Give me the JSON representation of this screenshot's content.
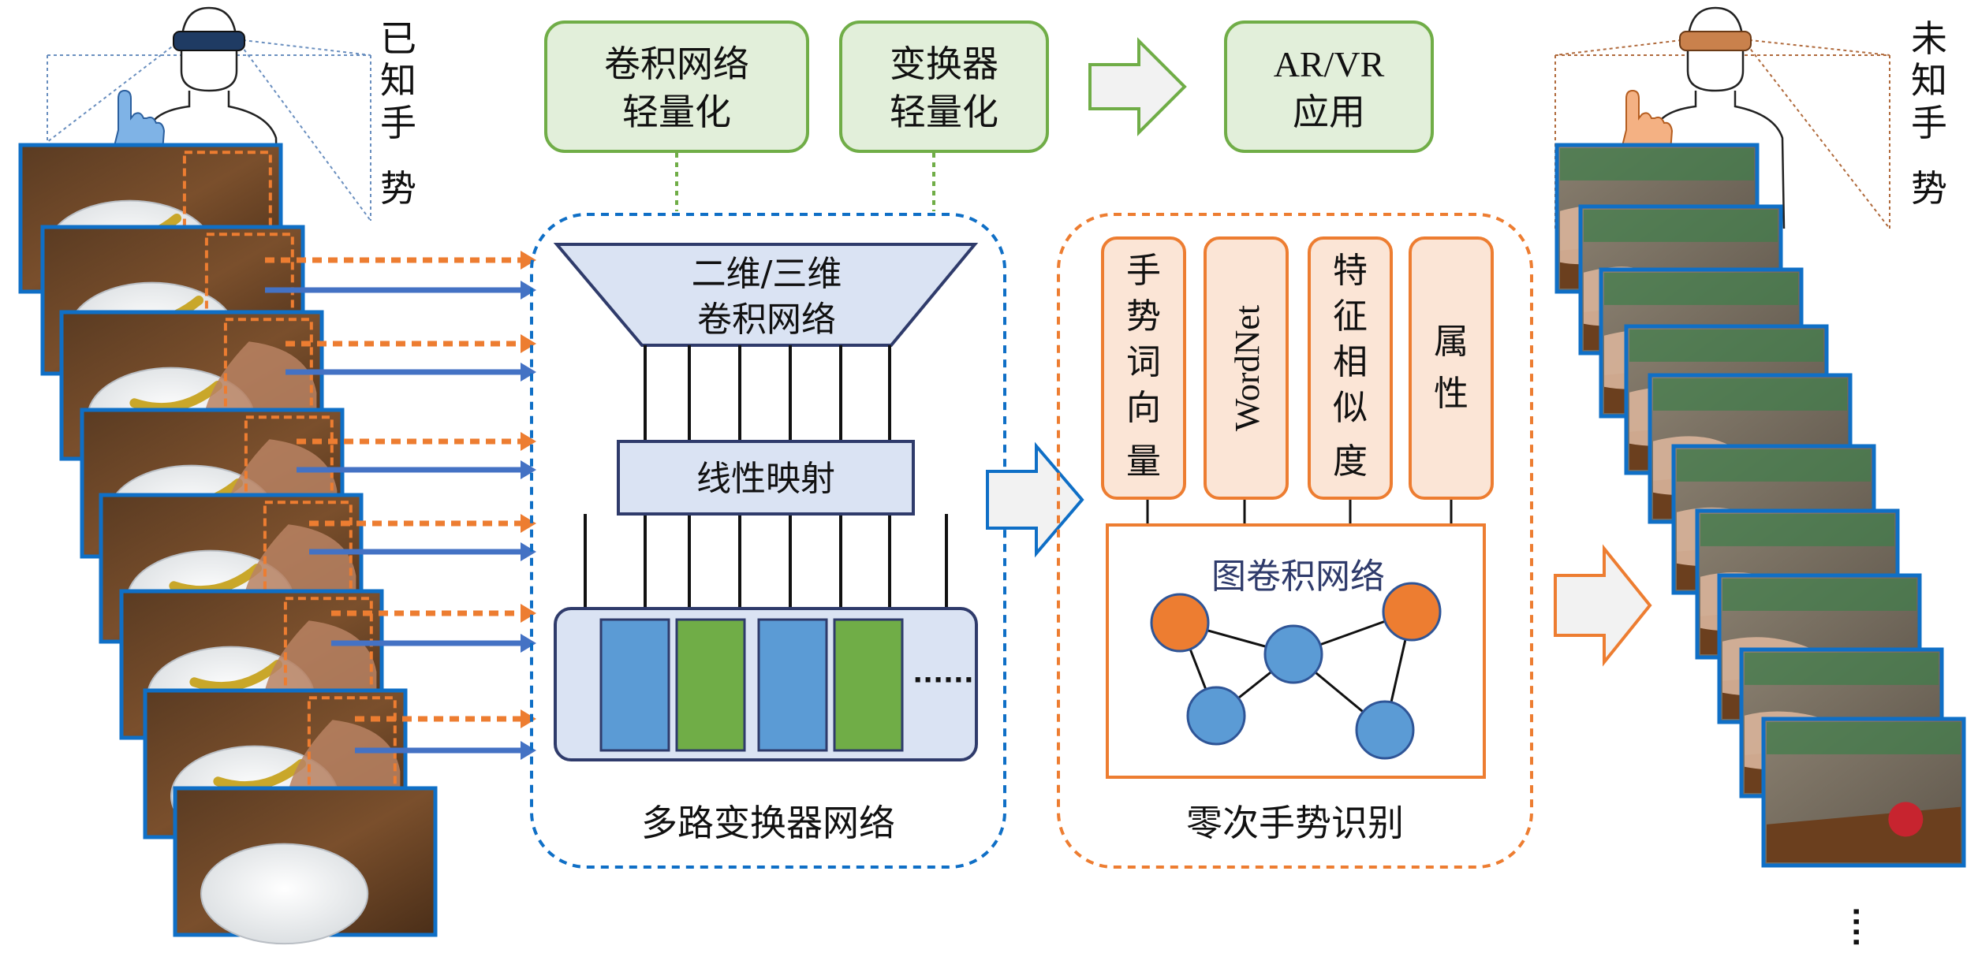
{
  "left_panel": {
    "label_chars": [
      "已",
      "知",
      "手",
      "势"
    ]
  },
  "right_panel": {
    "label_chars": [
      "未",
      "知",
      "手",
      "势"
    ],
    "more_dots": "······"
  },
  "top_boxes": {
    "cnn_light": [
      "卷积网络",
      "轻量化"
    ],
    "transformer_light": [
      "变换器",
      "轻量化"
    ],
    "application": [
      "AR/VR",
      "应用"
    ]
  },
  "multi_transformer": {
    "trapezoid": [
      "二维/三维",
      "卷积网络"
    ],
    "linear_mapping": "线性映射",
    "tokens_ellipsis": "······",
    "caption": "多路变换器网络"
  },
  "zero_shot": {
    "features": [
      {
        "chars": [
          "手",
          "势",
          "词",
          "向",
          "量"
        ]
      },
      {
        "text": "WordNet"
      },
      {
        "chars": [
          "特",
          "征",
          "相",
          "似",
          "度"
        ]
      },
      {
        "chars": [
          "属",
          "性"
        ]
      }
    ],
    "gcn_label": "图卷积网络",
    "caption": "零次手势识别"
  },
  "colors": {
    "orange": "#ED7D31",
    "blue": "#4472C4",
    "frame_blue": "#0F6FC6",
    "green_box_fill": "#E2EFDA",
    "green_box_border": "#70AD47",
    "lightblue_fill": "#DAE3F3",
    "dark_navy": "#2F3B6B",
    "feature_fill": "#FBE5D6",
    "node_blue": "#5B9BD5",
    "token_green": "#70AD47"
  }
}
